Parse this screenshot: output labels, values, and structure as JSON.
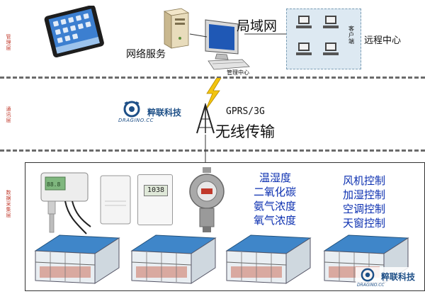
{
  "layers": {
    "management": "管理层",
    "communication": "通讯层",
    "collection": "数据采集层"
  },
  "top": {
    "network_service": "网络服务",
    "lan": "局域网",
    "management_center": "管理中心",
    "client": "客户端",
    "remote_center": "远程中心"
  },
  "middle": {
    "brand_name": "粹联科技",
    "brand_logo_text": "DRAGINO.CC",
    "protocol": "GPRS/3G",
    "wireless": "无线传输"
  },
  "bottom": {
    "sensor_display": "1038",
    "sensor_list": [
      "温湿度",
      "二氧化碳",
      "氨气浓度",
      "氧气浓度"
    ],
    "control_list": [
      "风机控制",
      "加湿控制",
      "空调控制",
      "天窗控制"
    ],
    "brand_name": "粹联科技",
    "brand_logo_text": "DRAGINO.CC"
  },
  "colors": {
    "accent_blue": "#0b2fb0",
    "layer_red": "#c0392b",
    "lan_box": "#dde9f2",
    "lan_border": "#7a9db5"
  }
}
